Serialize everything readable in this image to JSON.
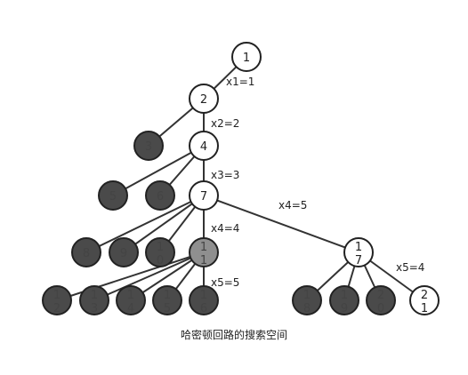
{
  "colors": {
    "edge": "#333333",
    "white_fill": "#ffffff",
    "dark_fill": "#4a4a4a",
    "mid_fill": "#8f8f8f",
    "stroke": "#222222"
  },
  "nodes": [
    {
      "id": "n1",
      "lines": [
        "1"
      ],
      "fill": "white"
    },
    {
      "id": "n2",
      "lines": [
        "2"
      ],
      "fill": "white"
    },
    {
      "id": "n3",
      "lines": [
        "3"
      ],
      "fill": "dark"
    },
    {
      "id": "n4",
      "lines": [
        "4"
      ],
      "fill": "white"
    },
    {
      "id": "n5",
      "lines": [
        "5"
      ],
      "fill": "dark"
    },
    {
      "id": "n6",
      "lines": [
        "6"
      ],
      "fill": "dark"
    },
    {
      "id": "n7",
      "lines": [
        "7"
      ],
      "fill": "white"
    },
    {
      "id": "n8",
      "lines": [
        "8"
      ],
      "fill": "dark"
    },
    {
      "id": "n9",
      "lines": [
        "9"
      ],
      "fill": "dark"
    },
    {
      "id": "n10",
      "lines": [
        "1",
        "0"
      ],
      "fill": "dark"
    },
    {
      "id": "n11",
      "lines": [
        "1",
        "1"
      ],
      "fill": "mid"
    },
    {
      "id": "n17",
      "lines": [
        "1",
        "7"
      ],
      "fill": "white"
    },
    {
      "id": "n12",
      "lines": [
        "1",
        "2"
      ],
      "fill": "dark"
    },
    {
      "id": "n13",
      "lines": [
        "1",
        "3"
      ],
      "fill": "dark"
    },
    {
      "id": "n14",
      "lines": [
        "1",
        "4"
      ],
      "fill": "dark"
    },
    {
      "id": "n15",
      "lines": [
        "1",
        "5"
      ],
      "fill": "dark"
    },
    {
      "id": "n16",
      "lines": [
        "1",
        "6"
      ],
      "fill": "dark"
    },
    {
      "id": "n18",
      "lines": [
        "1",
        "8"
      ],
      "fill": "dark"
    },
    {
      "id": "n19",
      "lines": [
        "1",
        "9"
      ],
      "fill": "dark"
    },
    {
      "id": "n20",
      "lines": [
        "2",
        "0"
      ],
      "fill": "dark"
    },
    {
      "id": "n21",
      "lines": [
        "2",
        "1"
      ],
      "fill": "white"
    }
  ],
  "edges": [
    {
      "from": "n1",
      "to": "n2"
    },
    {
      "from": "n2",
      "to": "n3"
    },
    {
      "from": "n2",
      "to": "n4"
    },
    {
      "from": "n4",
      "to": "n5"
    },
    {
      "from": "n4",
      "to": "n6"
    },
    {
      "from": "n4",
      "to": "n7"
    },
    {
      "from": "n7",
      "to": "n8"
    },
    {
      "from": "n7",
      "to": "n9"
    },
    {
      "from": "n7",
      "to": "n10"
    },
    {
      "from": "n7",
      "to": "n11"
    },
    {
      "from": "n7",
      "to": "n17"
    },
    {
      "from": "n11",
      "to": "n12"
    },
    {
      "from": "n11",
      "to": "n13"
    },
    {
      "from": "n11",
      "to": "n14"
    },
    {
      "from": "n11",
      "to": "n15"
    },
    {
      "from": "n11",
      "to": "n16"
    },
    {
      "from": "n17",
      "to": "n18"
    },
    {
      "from": "n17",
      "to": "n19"
    },
    {
      "from": "n17",
      "to": "n20"
    },
    {
      "from": "n17",
      "to": "n21"
    }
  ],
  "edge_labels": [
    {
      "id": "l1",
      "text": "x1=1"
    },
    {
      "id": "l2",
      "text": "x2=2"
    },
    {
      "id": "l3",
      "text": "x3=3"
    },
    {
      "id": "l4a",
      "text": "x4=4"
    },
    {
      "id": "l4b",
      "text": "x4=5"
    },
    {
      "id": "l5a",
      "text": "x5=5"
    },
    {
      "id": "l5b",
      "text": "x5=4"
    }
  ],
  "caption": "哈密顿回路的搜索空间"
}
